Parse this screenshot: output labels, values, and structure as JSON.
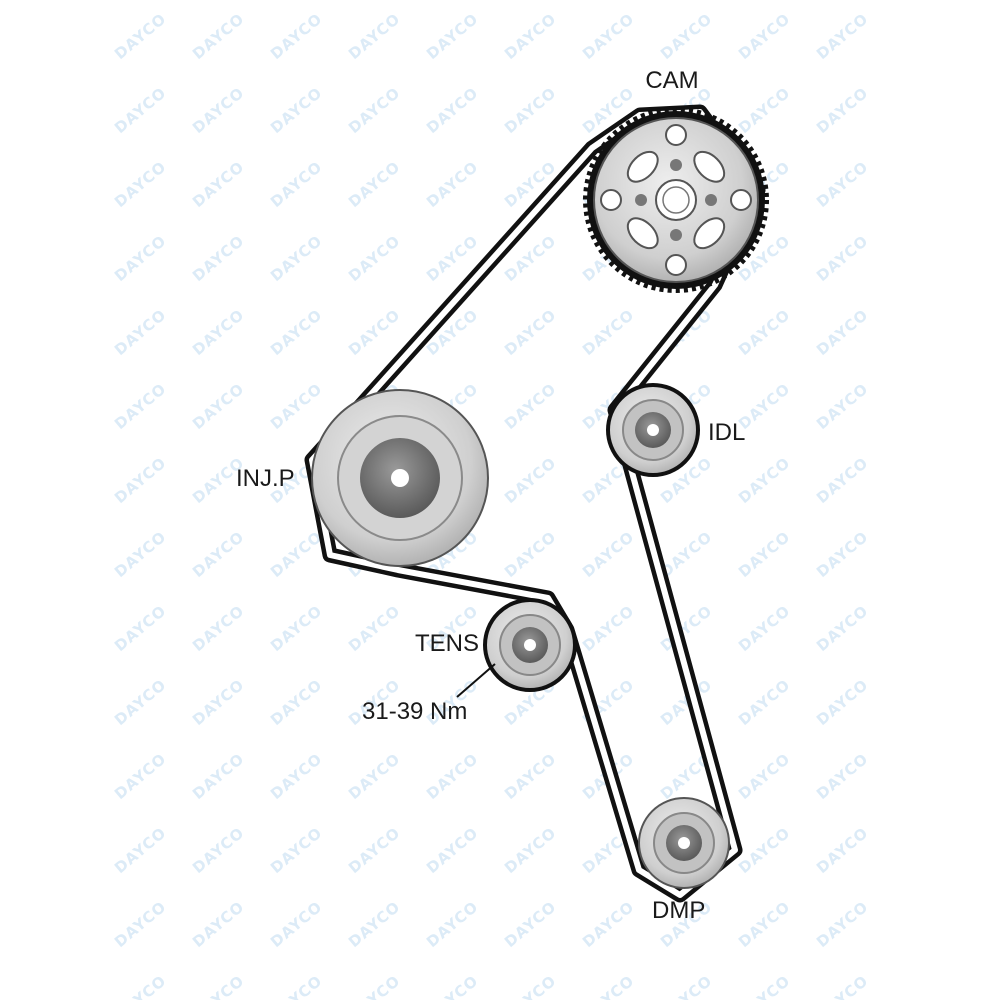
{
  "watermark": "DAYCO",
  "labels": {
    "cam": "CAM",
    "idl": "IDL",
    "injp": "INJ.P",
    "tens": "TENS",
    "torque": "31-39 Nm",
    "dmp": "DMP"
  },
  "pulleys": [
    {
      "id": "cam",
      "name": "CAM"
    },
    {
      "id": "idl",
      "name": "IDL"
    },
    {
      "id": "injp",
      "name": "INJ.P"
    },
    {
      "id": "tens",
      "name": "TENS"
    },
    {
      "id": "dmp",
      "name": "DMP"
    }
  ],
  "colors": {
    "belt": "#111111",
    "pulley_face": "#cfcfcf",
    "pulley_ring": "#9a9a9a",
    "pulley_hub": "#6e6e6e",
    "watermark": "#dcebf7"
  }
}
